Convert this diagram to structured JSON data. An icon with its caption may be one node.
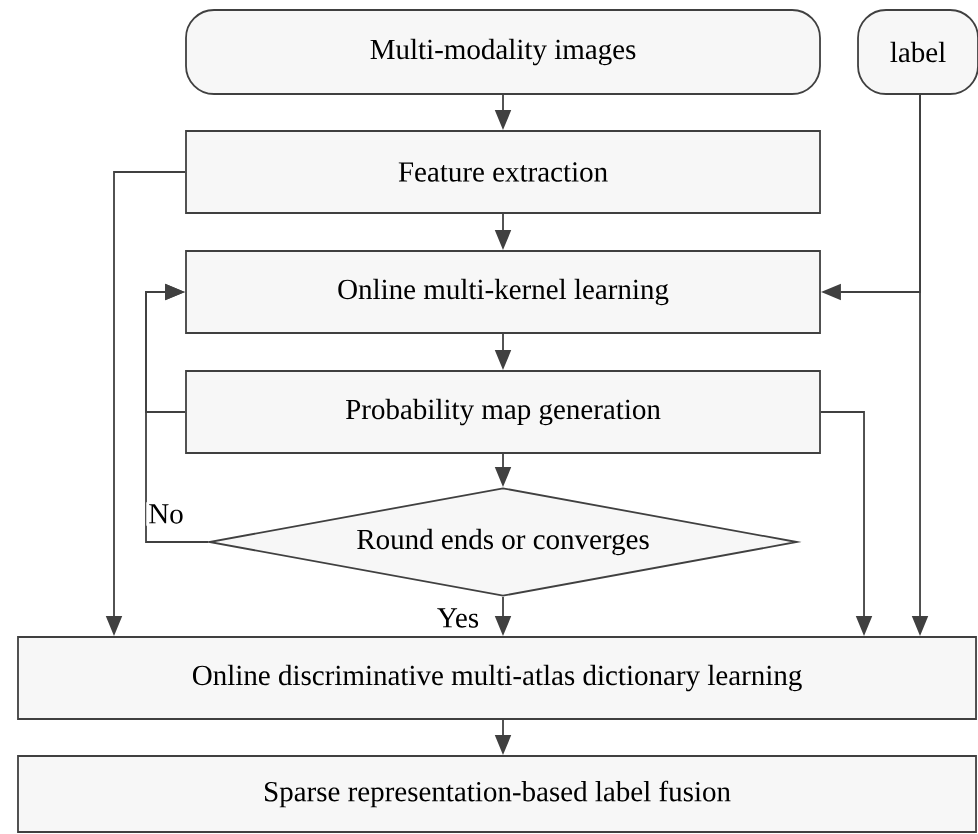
{
  "diagram": {
    "nodes": [
      {
        "text": [
          "Multi-modality images"
        ]
      },
      {
        "text": [
          "label"
        ]
      },
      {
        "text": [
          "Feature extraction"
        ]
      },
      {
        "text": [
          "Online multi-kernel learning"
        ]
      },
      {
        "text": [
          "Probability map generation"
        ]
      },
      {
        "text": [
          "Round ends or converges"
        ]
      },
      {
        "text": [
          "Online discriminative multi-atlas dictionary learning"
        ]
      },
      {
        "text": [
          "Sparse representation-based label fusion"
        ]
      }
    ],
    "edges": [
      {
        "from": 0,
        "to": 2,
        "arrow": "to"
      },
      {
        "from": 2,
        "to": 3,
        "arrow": "to"
      },
      {
        "from": 3,
        "to": 4,
        "arrow": "to"
      },
      {
        "from": 4,
        "to": 5,
        "arrow": "to"
      },
      {
        "from": 5,
        "to": 6,
        "arrow": "to",
        "label": "Yes"
      },
      {
        "from": 5,
        "to": 3,
        "arrow": "to",
        "label": "No"
      },
      {
        "from": 4,
        "to": 3,
        "arrow": "to"
      },
      {
        "from": 2,
        "to": 6,
        "arrow": "to"
      },
      {
        "from": 1,
        "to": 3,
        "arrow": "to"
      },
      {
        "from": 1,
        "to": 6,
        "arrow": "to"
      },
      {
        "from": 4,
        "to": 6,
        "arrow": "to"
      },
      {
        "from": 6,
        "to": 7,
        "arrow": "to"
      }
    ]
  }
}
